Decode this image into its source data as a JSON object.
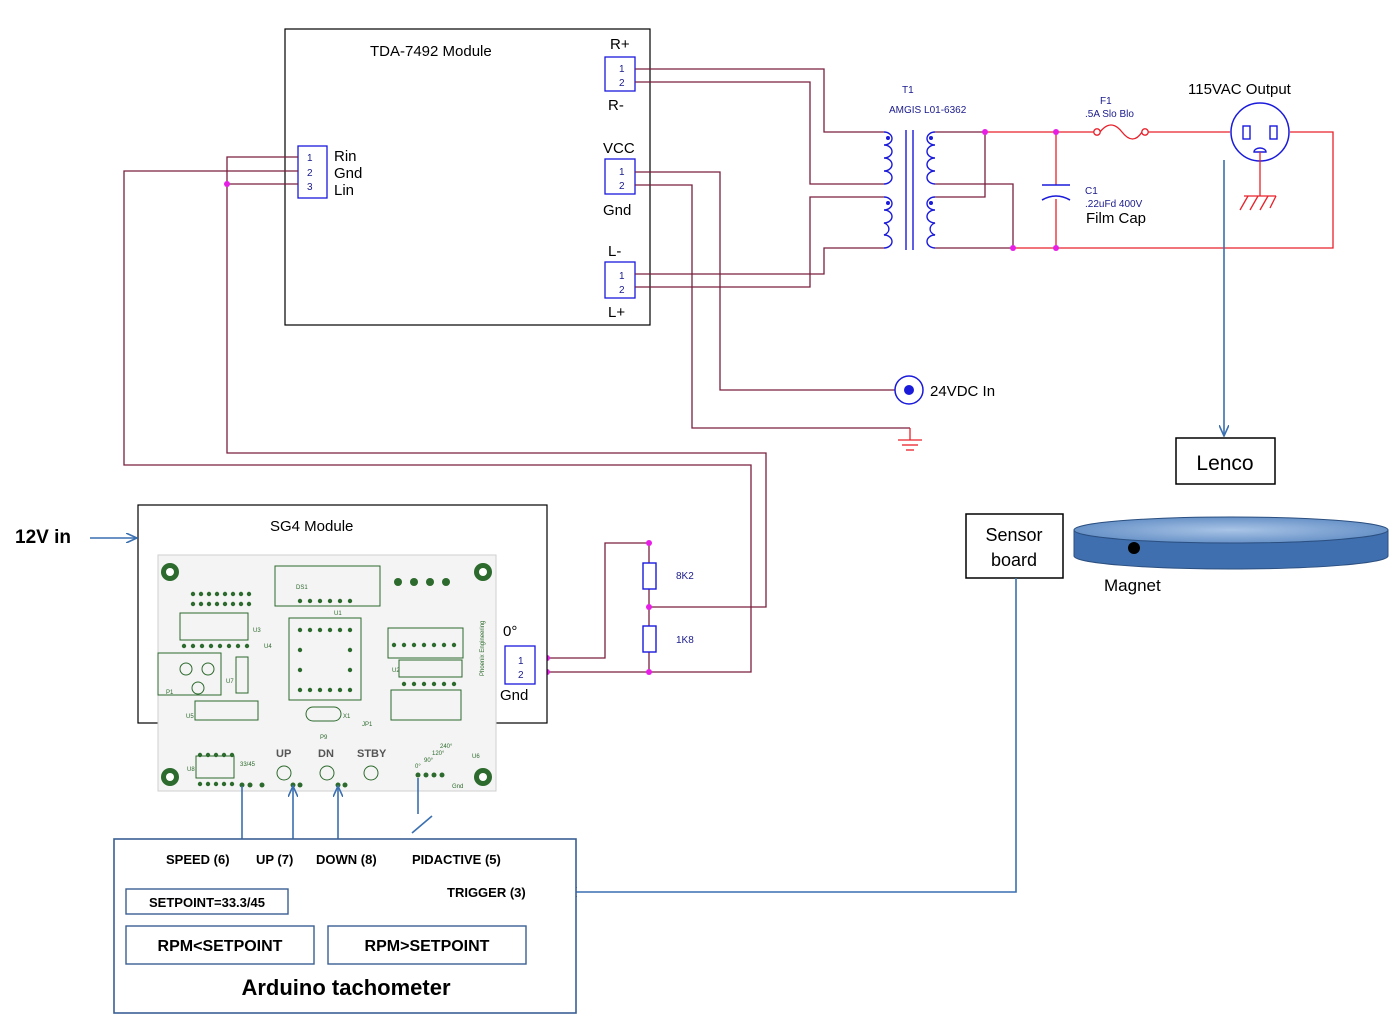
{
  "tda_module": {
    "title": "TDA-7492 Module",
    "in_labels": [
      "Rin",
      "Gnd",
      "Lin"
    ],
    "in_pins": [
      "1",
      "2",
      "3"
    ],
    "r_plus": "R+",
    "r_minus": "R-",
    "vcc": "VCC",
    "gnd": "Gnd",
    "l_minus": "L-",
    "l_plus": "L+",
    "pins12": [
      "1",
      "2"
    ]
  },
  "transformer": {
    "ref": "T1",
    "part": "AMGIS L01-6362"
  },
  "fuse": {
    "ref": "F1",
    "value": ".5A Slo Blo"
  },
  "capacitor": {
    "ref": "C1",
    "value": ".22uFd 400V",
    "name": "Film Cap"
  },
  "output_label": "115VAC Output",
  "dc_input": "24VDC In",
  "sg4": {
    "title": "SG4 Module",
    "supply": "12V in",
    "conn_label_top": "0°",
    "conn_label_bottom": "Gnd",
    "r_top": "8K2",
    "r_bottom": "1K8",
    "pcb_labels": {
      "up": "UP",
      "dn": "DN",
      "stby": "STBY",
      "p1": "P1",
      "ds1": "DS1",
      "u1": "U1",
      "u2": "U2",
      "u3": "U3",
      "u4": "U4",
      "u5": "U5",
      "u6": "U6",
      "u7": "U7",
      "u8": "U8",
      "x1": "X1",
      "jp1": "JP1",
      "p9": "P9",
      "speed": "33/45",
      "phase": [
        "0°",
        "90°",
        "120°",
        "240°"
      ],
      "gnd": "Gnd",
      "brand": "Phoenix Engineering"
    }
  },
  "sensor_board": [
    "Sensor",
    "board"
  ],
  "lenco": "Lenco",
  "magnet": "Magnet",
  "arduino": {
    "title": "Arduino tachometer",
    "signals": {
      "speed": "SPEED (6)",
      "up": "UP (7)",
      "down": "DOWN (8)",
      "pidactive": "PIDACTIVE (5)",
      "trigger": "TRIGGER (3)"
    },
    "setpoint": "SETPOINT=33.3/45",
    "rpm_low": "RPM<SETPOINT",
    "rpm_high": "RPM>SETPOINT"
  },
  "colors": {
    "signal_wire": "#7a1f3d",
    "ac_wire": "#e8202a",
    "connector": "#1a1adb",
    "junction": "#e61ee6",
    "arrow": "#3a6fb0",
    "pcb_green": "#2d6a2d",
    "platter": "#4a78b5"
  }
}
